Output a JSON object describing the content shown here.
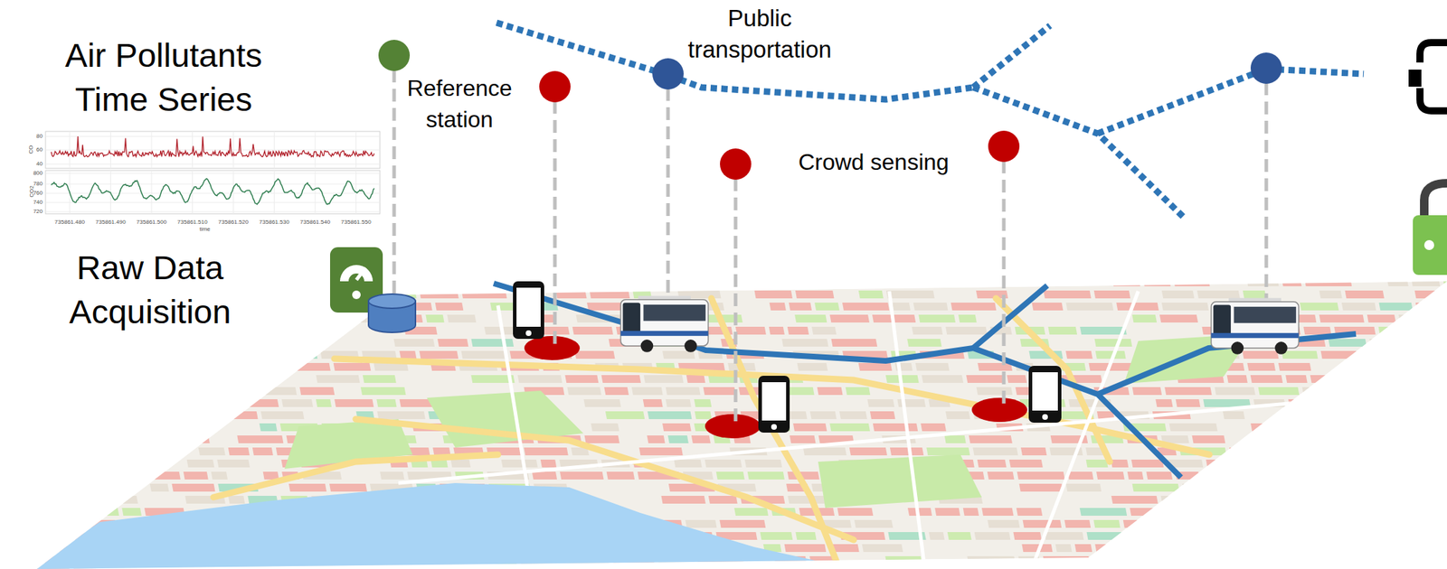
{
  "diagram": {
    "labels": [
      "Air Pollutants Time Series",
      "Raw Data Acquisition",
      "Reference station",
      "Public transportation",
      "Crowd sensing",
      "CO",
      "80",
      "60",
      "40",
      "CO2",
      "800",
      "780",
      "760",
      "740",
      "720",
      "735861.480",
      "735861.490",
      "735861.500",
      "735861.510",
      "735861.520",
      "735861.530",
      "735861.540",
      "735861.550",
      "time"
    ]
  }
}
